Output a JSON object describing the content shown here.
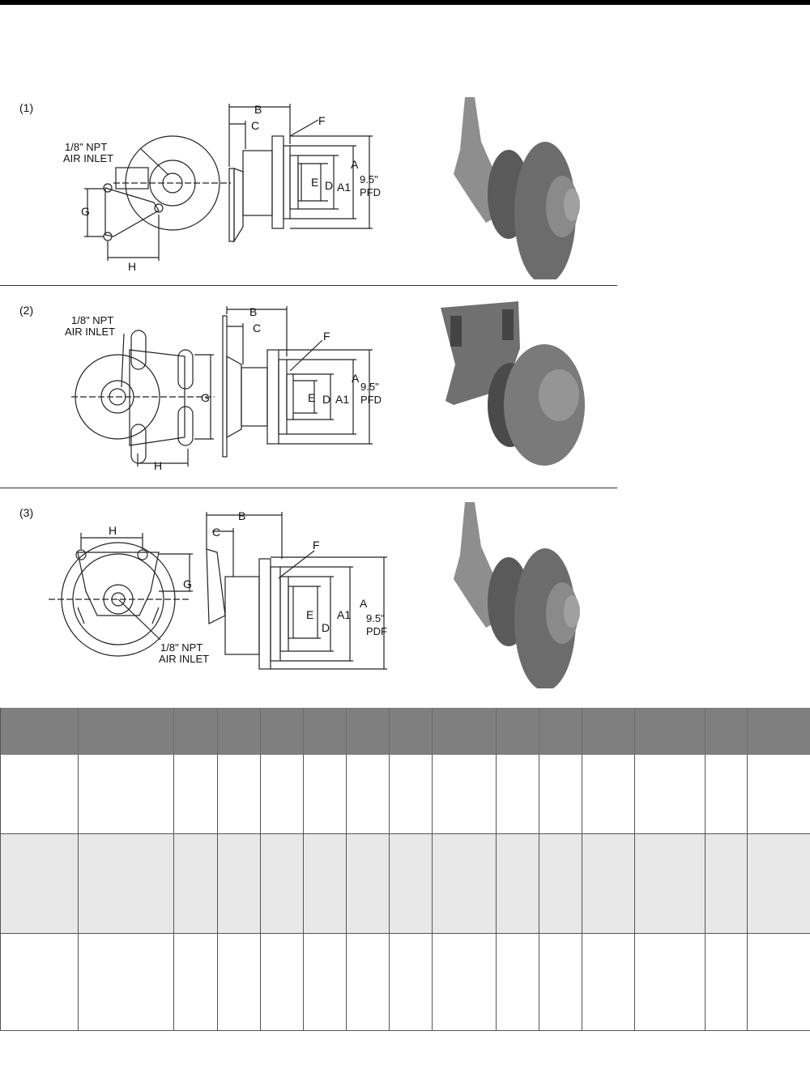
{
  "figures": [
    {
      "number": "(1)",
      "air_inlet_line1": "1/8\" NPT",
      "air_inlet_line2": "AIR INLET",
      "labels": {
        "a": "A",
        "a1": "A1",
        "b": "B",
        "c": "C",
        "d": "D",
        "e": "E",
        "f": "F",
        "g": "G",
        "h": "H",
        "pfd1": "9.5\"",
        "pfd2": "PFD"
      }
    },
    {
      "number": "(2)",
      "air_inlet_line1": "1/8\" NPT",
      "air_inlet_line2": "AIR INLET",
      "labels": {
        "a": "A",
        "a1": "A1",
        "b": "B",
        "c": "C",
        "d": "D",
        "e": "E",
        "f": "F",
        "g": "G",
        "h": "H",
        "pfd1": "9.5\"",
        "pfd2": "PFD"
      }
    },
    {
      "number": "(3)",
      "air_inlet_line1": "1/8\" NPT",
      "air_inlet_line2": "AIR INLET",
      "labels": {
        "a": "A",
        "a1": "A1",
        "b": "B",
        "c": "C",
        "d": "D",
        "e": "E",
        "f": "F",
        "g": "G",
        "h": "H",
        "pfd1": "9.5\"",
        "pfd2": "PDF"
      }
    }
  ],
  "table": {
    "headers": [
      "",
      "",
      "",
      "",
      "",
      "",
      "",
      "",
      "",
      "",
      "",
      "",
      "",
      ""
    ],
    "rows": [
      [
        "",
        "",
        "",
        "",
        "",
        "",
        "",
        "",
        "",
        "",
        "",
        "",
        "",
        ""
      ],
      [
        "",
        "",
        "",
        "",
        "",
        "",
        "",
        "",
        "",
        "",
        "",
        "",
        "",
        ""
      ],
      [
        "",
        "",
        "",
        "",
        "",
        "",
        "",
        "",
        "",
        "",
        "",
        "",
        "",
        ""
      ]
    ]
  },
  "colors": {
    "header_bg": "#7f7f7f",
    "alt_row_bg": "#e8e8e8",
    "top_bar": "#000000"
  }
}
